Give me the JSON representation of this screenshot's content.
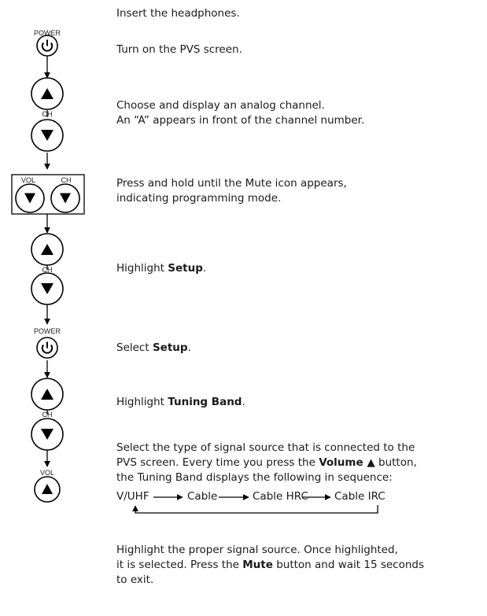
{
  "labels": {
    "power": "POWER",
    "ch": "CH",
    "vol": "VOL"
  },
  "steps": {
    "s1": "Insert the headphones.",
    "s2": "Turn on the PVS screen.",
    "s3_line1": "Choose and display an analog channel.",
    "s3_line2": "An “A” appears in front of the channel number.",
    "s4_line1": "Press and hold until the Mute icon appears,",
    "s4_line2": "indicating programming mode.",
    "s5_pre": "Highlight ",
    "s5_bold": "Setup",
    "s5_post": ".",
    "s6_pre": "Select ",
    "s6_bold": "Setup",
    "s6_post": ".",
    "s7_pre": "Highlight ",
    "s7_bold": "Tuning Band",
    "s7_post": ".",
    "s8_line1": "Select the type of signal source that is connected to the",
    "s8_line2_pre": "PVS screen.  Every time you press the ",
    "s8_line2_bold": "Volume ▲",
    "s8_line2_post": " button,",
    "s8_line3": "the Tuning Band displays the following in sequence:",
    "s9_line1": "Highlight the proper signal source. Once highlighted,",
    "s9_line2_pre": "it is selected. Press the ",
    "s9_line2_bold": "Mute",
    "s9_line2_post": " button and wait 15 seconds",
    "s9_line3": "to exit."
  },
  "sequence": [
    "V/UHF",
    "Cable",
    "Cable HRC",
    "Cable IRC"
  ]
}
